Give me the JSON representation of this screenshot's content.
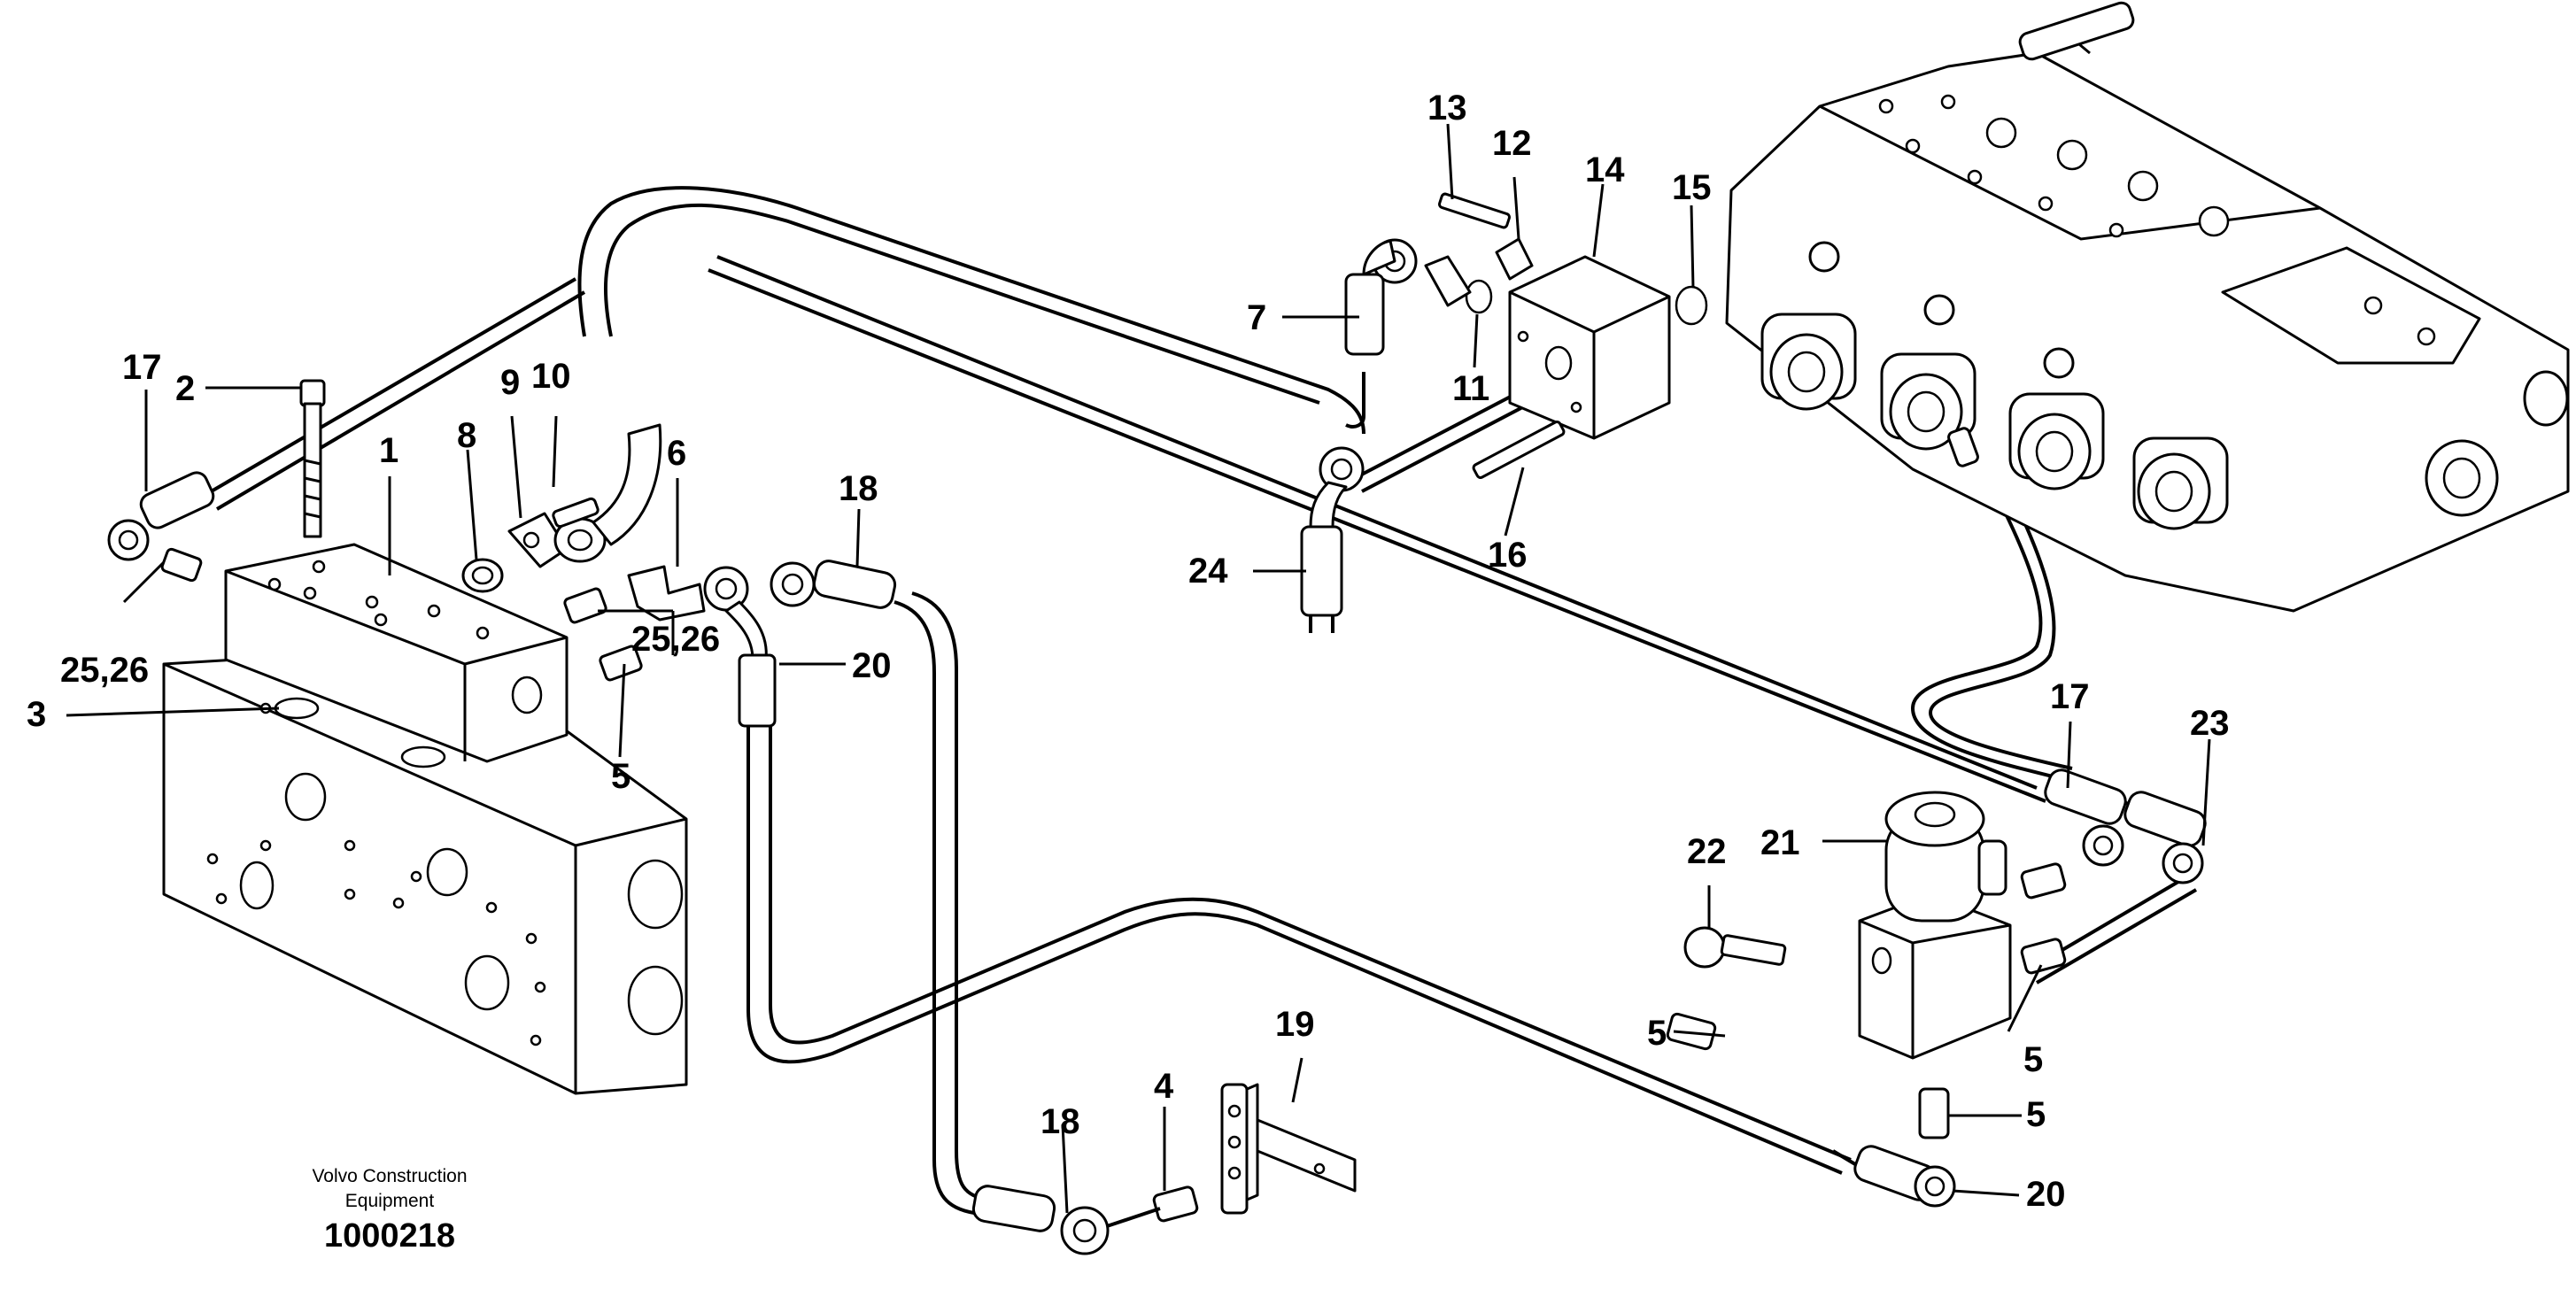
{
  "callouts": {
    "c1": "1",
    "c2": "2",
    "c3": "3",
    "c4": "4",
    "c5a": "5",
    "c5b": "5",
    "c5c": "5",
    "c5d": "5",
    "c6": "6",
    "c7": "7",
    "c8": "8",
    "c9": "9",
    "c10": "10",
    "c11": "11",
    "c12": "12",
    "c13": "13",
    "c14": "14",
    "c15": "15",
    "c16": "16",
    "c17a": "17",
    "c17b": "17",
    "c18a": "18",
    "c18b": "18",
    "c19": "19",
    "c20a": "20",
    "c20b": "20",
    "c21": "21",
    "c22": "22",
    "c23": "23",
    "c24": "24",
    "c2526a": "25,26",
    "c2526b": "25,26"
  },
  "footer": {
    "company_line1": "Volvo Construction",
    "company_line2": "Equipment",
    "document_number": "1000218"
  },
  "colors": {
    "line": "#000000",
    "background": "#ffffff"
  }
}
